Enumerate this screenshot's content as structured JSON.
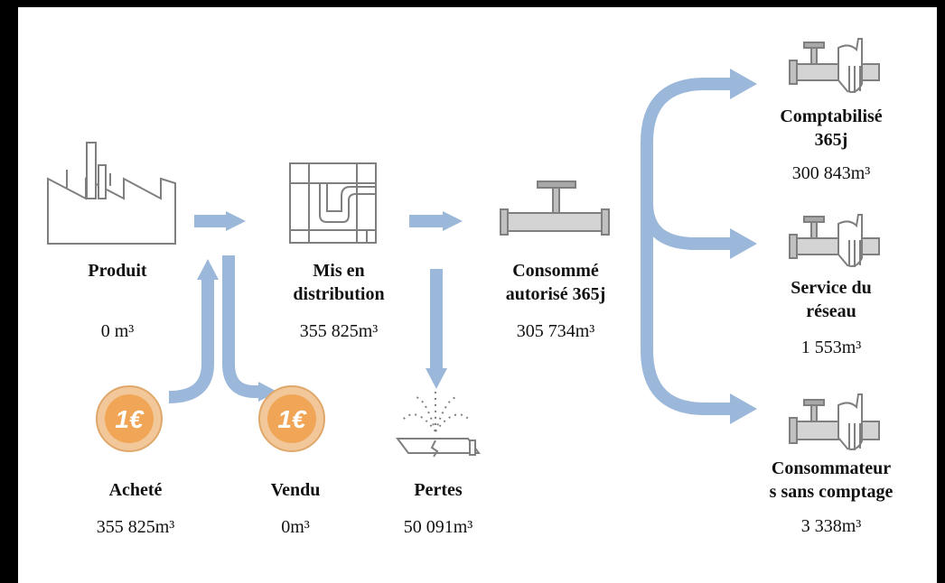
{
  "colors": {
    "arrow": "#9bb7d9",
    "icon_stroke": "#7f7f7f",
    "icon_fill": "#d4d4d4",
    "coin_outer": "#f2c89a",
    "coin_inner": "#f0a656",
    "coin_text": "#ffffff"
  },
  "nodes": {
    "produit": {
      "title": "Produit",
      "value": "0 m³",
      "icon": "factory-icon"
    },
    "achete": {
      "title": "Acheté",
      "value": "355 825m³",
      "icon": "euro-coin-icon",
      "coin_text": "1€"
    },
    "vendu": {
      "title": "Vendu",
      "value": "0m³",
      "icon": "euro-coin-icon",
      "coin_text": "1€"
    },
    "distribution": {
      "title_line1": "Mis en",
      "title_line2": "distribution",
      "value": "355 825m³",
      "icon": "pipe-network-icon"
    },
    "pertes": {
      "title": "Pertes",
      "value": "50 091m³",
      "icon": "leaking-pipe-icon"
    },
    "consomme": {
      "title_line1": "Consommé",
      "title_line2": "autorisé 365j",
      "value": "305 734m³",
      "icon": "valve-pipe-icon"
    },
    "comptabilise": {
      "title_line1": "Comptabilisé",
      "title_line2": "365j",
      "value": "300 843m³",
      "icon": "tap-hand-icon"
    },
    "service": {
      "title_line1": "Service du",
      "title_line2": "réseau",
      "value": "1 553m³",
      "icon": "tap-hand-icon"
    },
    "sans_comptage": {
      "title_line1": "Consommateur",
      "title_line2": "s sans comptage",
      "value": "3 338m³",
      "icon": "tap-hand-icon"
    }
  }
}
